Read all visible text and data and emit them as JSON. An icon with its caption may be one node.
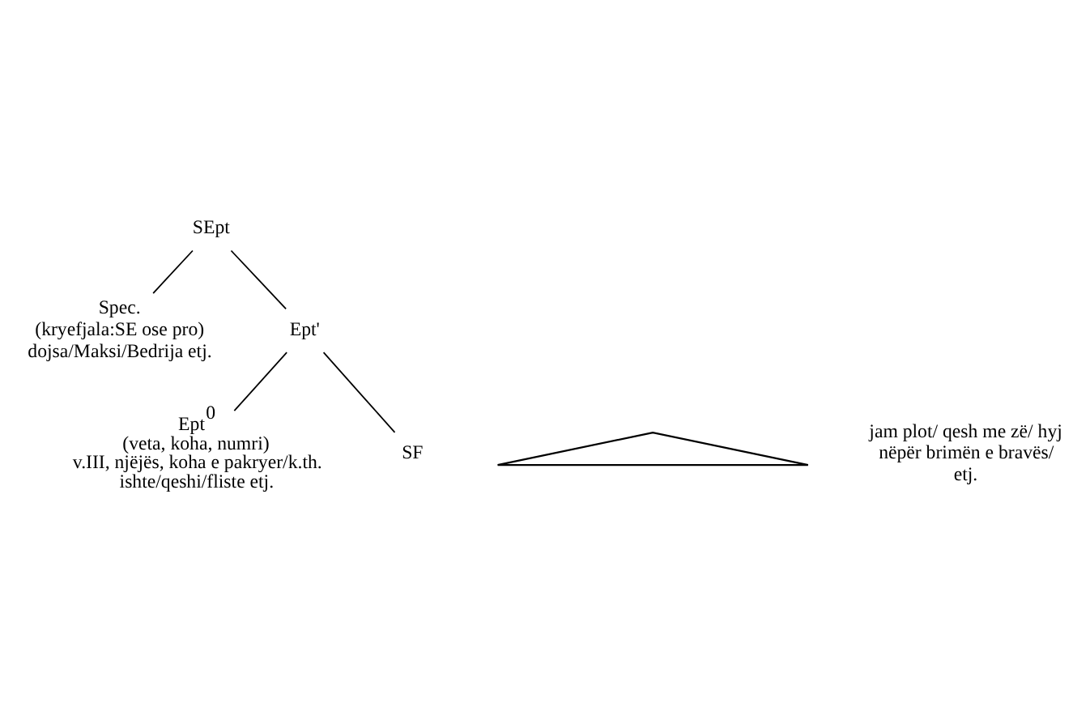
{
  "diagram": {
    "nodes": [
      {
        "text": [
          "SEpt"
        ]
      },
      {
        "text": [
          "Spec.",
          "(kryefjala:SE ose pro)",
          "dojsa/Maksi/Bedrija etj."
        ]
      },
      {
        "text": [
          "Ept'"
        ]
      },
      {
        "text": [
          "Ept$^{0}$",
          "(veta, koha, numri)",
          "v.III, njëjës, koha e pakryer/k.th.",
          "ishte/qeshi/fliste etj."
        ]
      },
      {
        "text": [
          "SF"
        ]
      },
      {
        "text": [],
        "shape": "triangle",
        "beside": [
          "jam plot/ qesh me zë/ hyj nëpër brimën e bravës/ etj."
        ]
      }
    ],
    "edges": [
      {
        "from": 0,
        "to": 1,
        "arrow": "none"
      },
      {
        "from": 0,
        "to": 2,
        "arrow": "none"
      },
      {
        "from": 2,
        "to": 3,
        "arrow": "none"
      },
      {
        "from": 2,
        "to": 4,
        "arrow": "none"
      }
    ]
  }
}
